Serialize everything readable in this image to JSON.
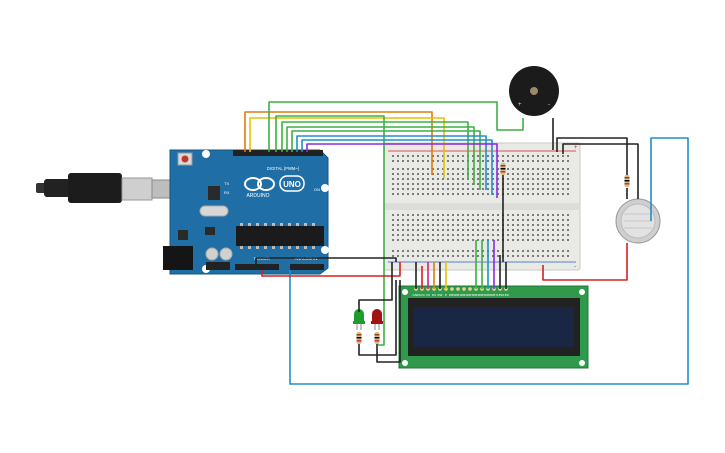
{
  "arduino": {
    "brand": "ARDUINO",
    "model": "UNO",
    "digital_label": "DIGITAL (PWM~)",
    "power_label": "POWER",
    "analog_label": "ANALOG IN",
    "side_labels": [
      "TX",
      "RX"
    ],
    "on_label": "ON"
  },
  "breadboard": {
    "plus": "+",
    "minus": "-"
  },
  "buzzer": {
    "plus": "+",
    "minus": "-"
  },
  "lcd": {
    "pin_labels": [
      "GND",
      "VCC",
      "V0",
      "RS",
      "RW",
      "E",
      "DB0",
      "DB1",
      "DB2",
      "DB3",
      "DB4",
      "DB5",
      "DB6",
      "DB7",
      "LED",
      "LED"
    ]
  },
  "leds": [
    {
      "color_name": "green",
      "color": "#1f9d2c"
    },
    {
      "color_name": "red",
      "color": "#a31212"
    }
  ],
  "colors": {
    "board": "#1e6fa8",
    "breadboard": "#e9e9e6",
    "lcd_pcb": "#2f9a4c",
    "lcd_screen": "#1a2744",
    "wire_orange": "#e07b0c",
    "wire_yellow": "#e2c400",
    "wire_green": "#3cb043",
    "wire_blue": "#1e90c9",
    "wire_purple": "#8a2be2",
    "wire_red": "#d62020",
    "wire_black": "#222222"
  }
}
